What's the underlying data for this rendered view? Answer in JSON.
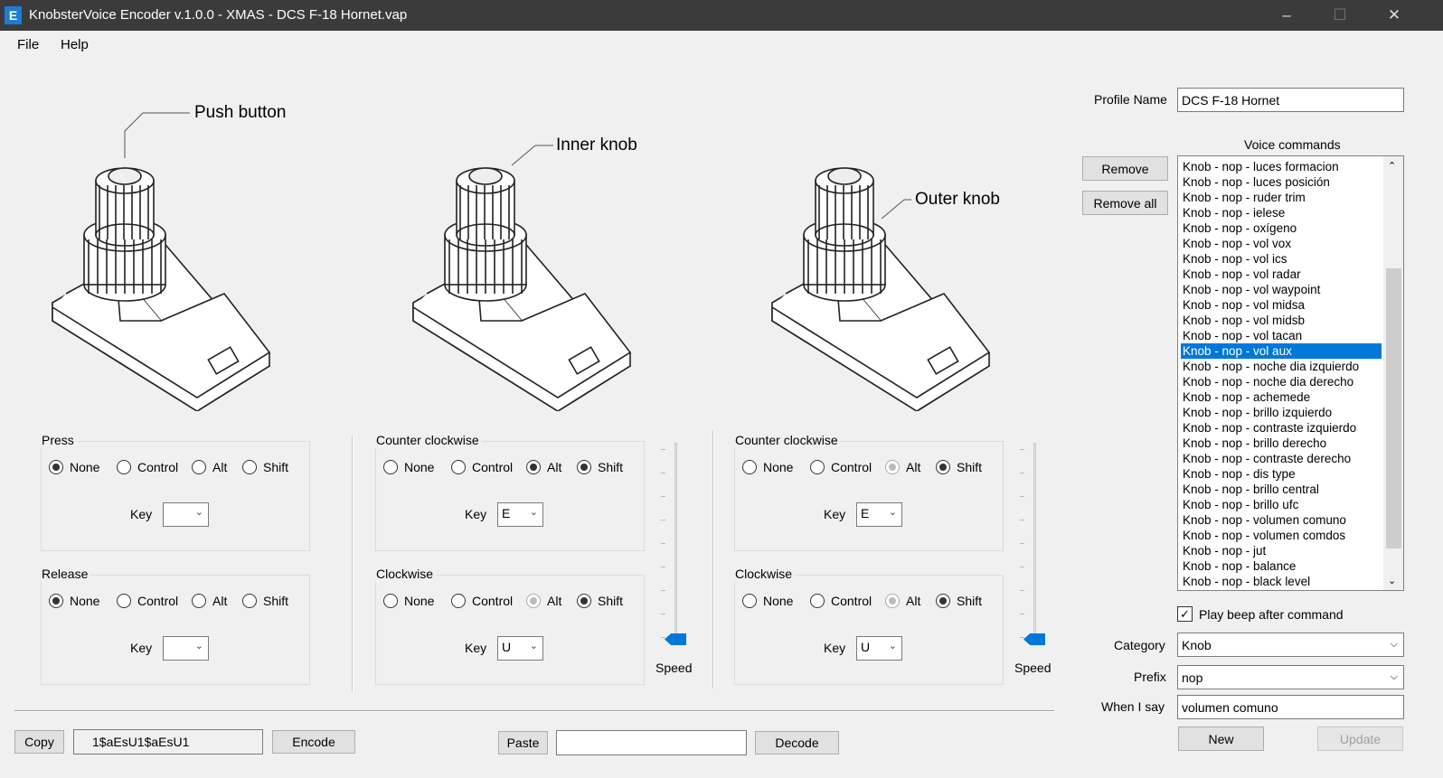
{
  "window": {
    "title": "KnobsterVoice Encoder v.1.0.0 - XMAS - DCS F-18 Hornet.vap",
    "icon_letter": "E"
  },
  "menu": [
    "File",
    "Help"
  ],
  "diagram_labels": [
    "Push button",
    "Inner knob",
    "Outer knob"
  ],
  "groups": [
    {
      "title": "Press",
      "options": [
        "None",
        "Control",
        "Alt",
        "Shift"
      ],
      "checked": [
        true,
        false,
        false,
        false
      ],
      "dim": [
        false,
        false,
        false,
        false
      ],
      "key_label": "Key",
      "key": ""
    },
    {
      "title": "Release",
      "options": [
        "None",
        "Control",
        "Alt",
        "Shift"
      ],
      "checked": [
        true,
        false,
        false,
        false
      ],
      "dim": [
        false,
        false,
        false,
        false
      ],
      "key_label": "Key",
      "key": ""
    },
    {
      "title": "Counter clockwise",
      "options": [
        "None",
        "Control",
        "Alt",
        "Shift"
      ],
      "checked": [
        false,
        false,
        true,
        true
      ],
      "dim": [
        false,
        false,
        false,
        false
      ],
      "key_label": "Key",
      "key": "E"
    },
    {
      "title": "Clockwise",
      "options": [
        "None",
        "Control",
        "Alt",
        "Shift"
      ],
      "checked": [
        false,
        false,
        true,
        true
      ],
      "dim": [
        false,
        false,
        true,
        false
      ],
      "key_label": "Key",
      "key": "U"
    },
    {
      "title": "Counter clockwise",
      "options": [
        "None",
        "Control",
        "Alt",
        "Shift"
      ],
      "checked": [
        false,
        false,
        true,
        true
      ],
      "dim": [
        false,
        false,
        true,
        false
      ],
      "key_label": "Key",
      "key": "E"
    },
    {
      "title": "Clockwise",
      "options": [
        "None",
        "Control",
        "Alt",
        "Shift"
      ],
      "checked": [
        false,
        false,
        true,
        true
      ],
      "dim": [
        false,
        false,
        true,
        false
      ],
      "key_label": "Key",
      "key": "U"
    }
  ],
  "speed": {
    "label": "Speed",
    "inner_value": 0,
    "outer_value": 0
  },
  "bottom": {
    "copy": "Copy",
    "code": "1$aEsU1$aEsU1",
    "encode": "Encode",
    "paste": "Paste",
    "paste_value": "",
    "decode": "Decode"
  },
  "profile": {
    "label": "Profile Name",
    "value": "DCS F-18 Hornet"
  },
  "voice": {
    "header": "Voice commands",
    "remove": "Remove",
    "remove_all": "Remove all",
    "selected_index": 12,
    "items": [
      "Knob - nop - luces formacion",
      "Knob - nop - luces posición",
      "Knob - nop - ruder trim",
      "Knob - nop - ielese",
      "Knob - nop - oxígeno",
      "Knob - nop - vol vox",
      "Knob - nop - vol ics",
      "Knob - nop - vol radar",
      "Knob - nop - vol waypoint",
      "Knob - nop - vol midsa",
      "Knob - nop - vol midsb",
      "Knob - nop - vol tacan",
      "Knob - nop - vol aux",
      "Knob - nop - noche dia izquierdo",
      "Knob - nop - noche dia derecho",
      "Knob - nop - achemede",
      "Knob - nop - brillo izquierdo",
      "Knob - nop - contraste izquierdo",
      "Knob - nop - brillo derecho",
      "Knob - nop - contraste derecho",
      "Knob - nop - dis type",
      "Knob - nop - brillo central",
      "Knob - nop - brillo ufc",
      "Knob - nop - volumen comuno",
      "Knob - nop - volumen comdos",
      "Knob - nop - jut",
      "Knob - nop - balance",
      "Knob - nop - black level"
    ]
  },
  "form": {
    "beep_label": "Play beep after command",
    "beep": true,
    "category_label": "Category",
    "category": "Knob",
    "prefix_label": "Prefix",
    "prefix": "nop",
    "say_label": "When I say",
    "say": "volumen comuno",
    "new": "New",
    "update": "Update"
  }
}
